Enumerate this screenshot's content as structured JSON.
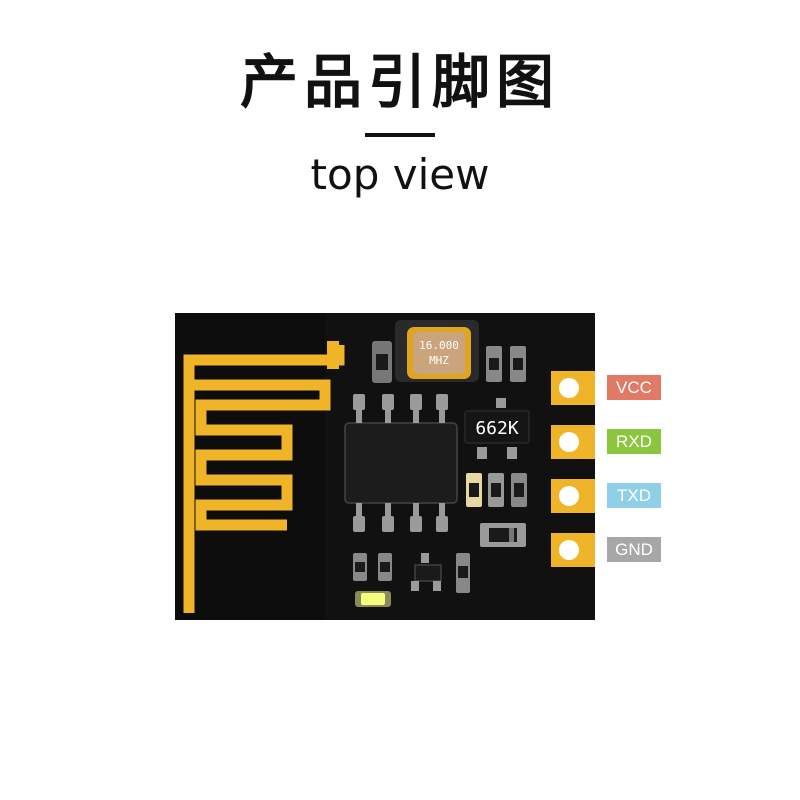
{
  "header": {
    "title": "产品引脚图",
    "subtitle": "top view"
  },
  "board": {
    "crystal_line1": "16.000",
    "crystal_line2": "MHZ",
    "regulator_marking": "662K"
  },
  "pins": [
    {
      "label": "VCC",
      "color": "#e07a65"
    },
    {
      "label": "RXD",
      "color": "#8cc63f"
    },
    {
      "label": "TXD",
      "color": "#8fd0e6"
    },
    {
      "label": "GND",
      "color": "#a7a7a7"
    }
  ],
  "colors": {
    "pcb": "#111111",
    "gold": "#f0b429",
    "pad_gray": "#9a9a9a",
    "led": "#f5ff7a"
  }
}
